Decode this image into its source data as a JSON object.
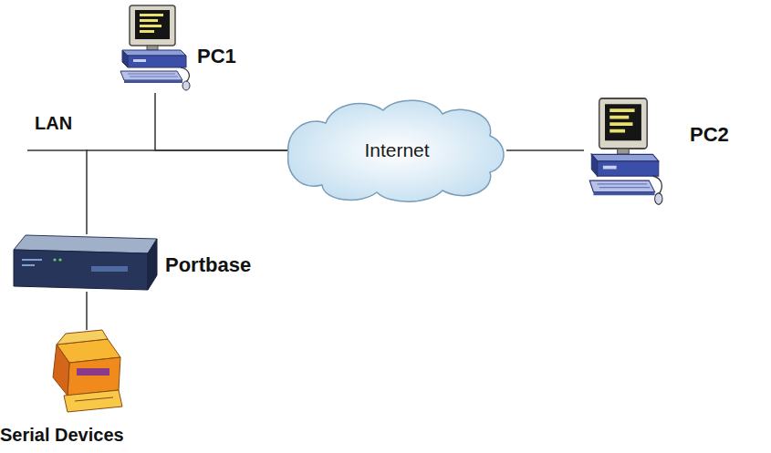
{
  "diagram": {
    "nodes": [
      {
        "text": [
          "PC1"
        ]
      },
      {
        "text": [
          "Internet"
        ]
      },
      {
        "text": [
          "PC2"
        ]
      },
      {
        "text": [
          "Portbase"
        ]
      },
      {
        "text": [
          "Serial Devices"
        ]
      }
    ],
    "edges": [
      {
        "from": 0,
        "to": 1,
        "arrow": "none"
      },
      {
        "from": 3,
        "to": 1,
        "arrow": "none"
      },
      {
        "from": 1,
        "to": 2,
        "arrow": "none"
      },
      {
        "from": 3,
        "to": 4,
        "arrow": "none"
      }
    ],
    "labels": [
      "LAN"
    ]
  }
}
